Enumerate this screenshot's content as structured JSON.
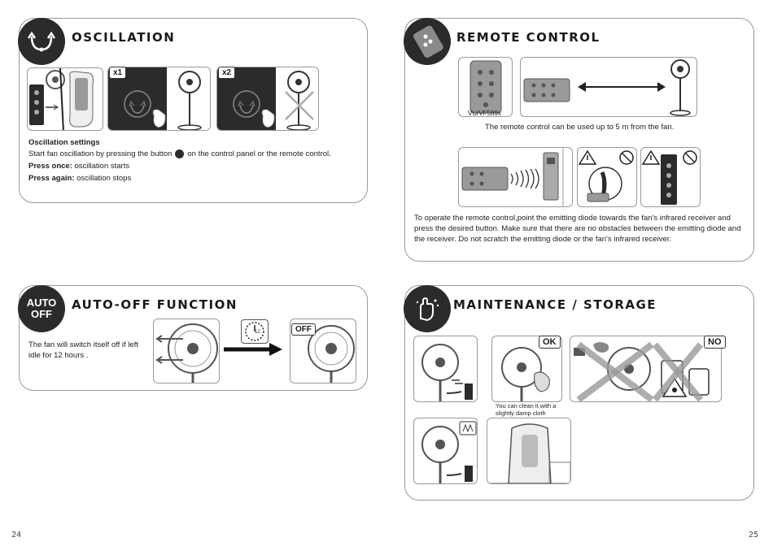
{
  "oscillation": {
    "title": "OSCILLATION",
    "labels": {
      "x1": "x1",
      "x2": "x2"
    },
    "settings_heading": "Oscillation settings",
    "line_start": "Start fan oscillation by pressing the button",
    "line_end": "on the control panel or the remote control.",
    "press_once_label": "Press once:",
    "press_once_value": " oscillation starts",
    "press_again_label": "Press again:",
    "press_again_value": " oscillation stops"
  },
  "remote": {
    "title": "REMOTE CONTROL",
    "model": "VU/VF589x",
    "range_text": "The remote control can be used up to 5 m from the fan.",
    "instruction": "To operate the remote control,point the emitting diode towards the fan's infrared receiver and press the desired button. Make sure that there are no obstacles between the emitting diode and the receiver. Do not scratch the emitting diode or the fan's infrared receiver."
  },
  "autooff": {
    "badge_line1": "AUTO",
    "badge_line2": "OFF",
    "title": "AUTO-OFF FUNCTION",
    "description": "The fan will switch itself off if left idle for 12 hours .",
    "timer_label": "12",
    "off_label": "OFF"
  },
  "maintenance": {
    "title": "MAINTENANCE / STORAGE",
    "ok_label": "OK",
    "no_label": "NO",
    "caption": "You can clean it with a slightly damp cloth"
  },
  "pages": {
    "left": "24",
    "right": "25"
  },
  "colors": {
    "dark": "#2b2b2b",
    "border": "#9a9a9a",
    "grey": "#8a8a8a"
  }
}
